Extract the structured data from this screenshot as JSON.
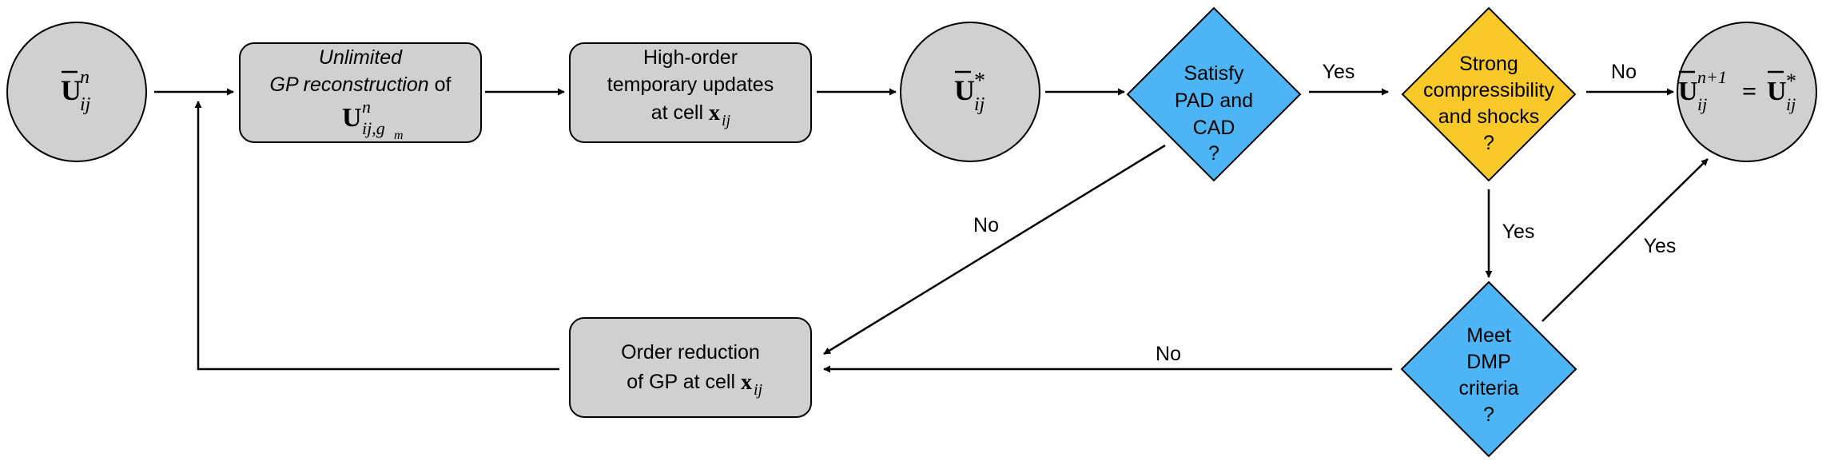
{
  "nodes": {
    "u_n": {
      "sym": "U",
      "sub": "ij",
      "sup": "n"
    },
    "gp_recon": {
      "line1": "Unlimited",
      "line2_italic": "GP reconstruction",
      "line2_plain": " of",
      "sym": "U",
      "sub": "ij,g",
      "sub_m": "m",
      "sup": "n"
    },
    "ho_update": {
      "line1": "High-order",
      "line2": "temporary updates",
      "line3": "at cell",
      "sym": "x",
      "sub": "ij"
    },
    "u_star": {
      "sym": "U",
      "sub": "ij",
      "sup": "*"
    },
    "pad_cad": {
      "line1": "Satisfy",
      "line2": "PAD and",
      "line3": "CAD",
      "line4": "?"
    },
    "strong": {
      "line1": "Strong",
      "line2": "compressibility",
      "line3": "and shocks",
      "line4": "?"
    },
    "u_np1": {
      "sym": "U",
      "sub": "ij",
      "sup": "n+1",
      "eq": "=",
      "sym2": "U",
      "sub2": "ij",
      "sup2": "*"
    },
    "dmp": {
      "line1": "Meet",
      "line2": "DMP",
      "line3": "criteria",
      "line4": "?"
    },
    "order_red": {
      "line1": "Order reduction",
      "line2": "of GP at cell",
      "sym": "x",
      "sub": "ij"
    }
  },
  "edges": {
    "pad_yes": "Yes",
    "strong_no": "No",
    "pad_no": "No",
    "strong_yes": "Yes",
    "dmp_yes": "Yes",
    "dmp_no": "No"
  },
  "colors": {
    "gray_fill": "#d0d0d0",
    "blue_fill": "#4db5f5",
    "yellow_fill": "#f9c929",
    "stroke": "#000000"
  }
}
